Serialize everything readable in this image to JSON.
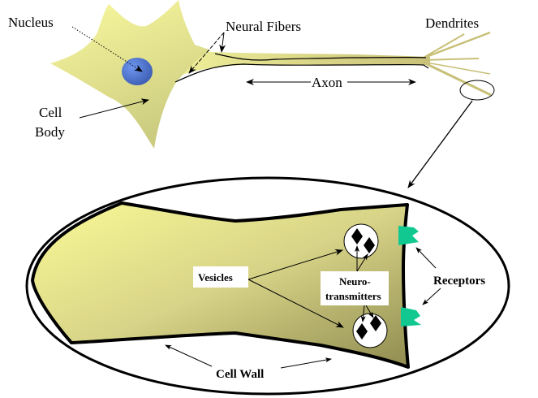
{
  "diagram": {
    "title": "Neuron structure with synapse detail",
    "colors": {
      "cell_fill_light": "#f8f898",
      "cell_fill_dark": "#a8a060",
      "nucleus_light": "#6a90e8",
      "nucleus_dark": "#3a5aa0",
      "receptor": "#10c890",
      "outline": "#000000"
    },
    "labels": {
      "nucleus": "Nucleus",
      "neural_fibers": "Neural Fibers",
      "dendrites": "Dendrites",
      "axon": "Axon",
      "cell_body_line1": "Cell",
      "cell_body_line2": "Body",
      "vesicles": "Vesicles",
      "neurotransmitters_line1": "Neuro-",
      "neurotransmitters_line2": "transmitters",
      "receptors": "Receptors",
      "cell_wall": "Cell Wall"
    }
  }
}
